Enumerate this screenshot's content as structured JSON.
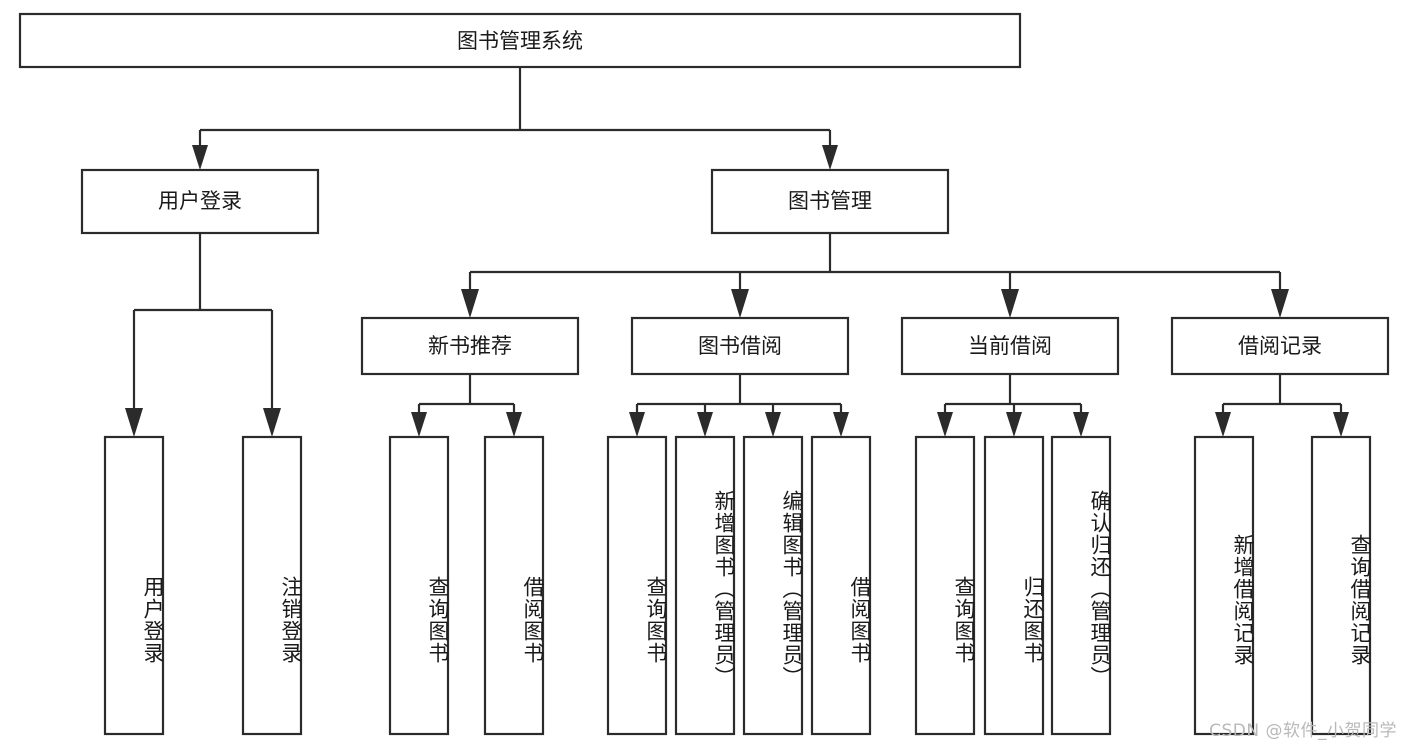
{
  "diagram": {
    "title": "图书管理系统",
    "type": "tree",
    "orientation": "top-down",
    "colors": {
      "box_stroke": "#2b2b2b",
      "box_fill": "#ffffff",
      "line": "#2b2b2b",
      "text": "#1a1a1a",
      "watermark": "#b9b9b9",
      "background": "#ffffff"
    },
    "root": {
      "id": "root",
      "label": "图书管理系统",
      "orientation": "horizontal"
    },
    "level1": [
      {
        "id": "user-login",
        "label": "用户登录",
        "orientation": "horizontal"
      },
      {
        "id": "book-manage",
        "label": "图书管理",
        "orientation": "horizontal"
      }
    ],
    "level2": [
      {
        "id": "new-book-recommend",
        "label": "新书推荐",
        "parent": "book-manage",
        "orientation": "horizontal"
      },
      {
        "id": "book-borrow",
        "label": "图书借阅",
        "parent": "book-manage",
        "orientation": "horizontal"
      },
      {
        "id": "current-borrow",
        "label": "当前借阅",
        "parent": "book-manage",
        "orientation": "horizontal"
      },
      {
        "id": "borrow-record",
        "label": "借阅记录",
        "parent": "book-manage",
        "orientation": "horizontal"
      }
    ],
    "leaves": [
      {
        "id": "leaf-user-login",
        "label": "用户登录",
        "parent": "user-login",
        "orientation": "vertical"
      },
      {
        "id": "leaf-logout-login",
        "label": "注销登录",
        "parent": "user-login",
        "orientation": "vertical"
      },
      {
        "id": "leaf-query-book-1",
        "label": "查询图书",
        "parent": "new-book-recommend",
        "orientation": "vertical"
      },
      {
        "id": "leaf-borrow-book-1",
        "label": "借阅图书",
        "parent": "new-book-recommend",
        "orientation": "vertical"
      },
      {
        "id": "leaf-query-book-2",
        "label": "查询图书",
        "parent": "book-borrow",
        "orientation": "vertical"
      },
      {
        "id": "leaf-add-book",
        "label": "新增图书（管理员）",
        "parent": "book-borrow",
        "orientation": "vertical"
      },
      {
        "id": "leaf-edit-book",
        "label": "编辑图书（管理员）",
        "parent": "book-borrow",
        "orientation": "vertical"
      },
      {
        "id": "leaf-borrow-book-2",
        "label": "借阅图书",
        "parent": "book-borrow",
        "orientation": "vertical"
      },
      {
        "id": "leaf-query-book-3",
        "label": "查询图书",
        "parent": "current-borrow",
        "orientation": "vertical"
      },
      {
        "id": "leaf-return-book",
        "label": "归还图书",
        "parent": "current-borrow",
        "orientation": "vertical"
      },
      {
        "id": "leaf-confirm-return",
        "label": "确认归还（管理员）",
        "parent": "current-borrow",
        "orientation": "vertical"
      },
      {
        "id": "leaf-add-record",
        "label": "新增借阅记录",
        "parent": "borrow-record",
        "orientation": "vertical"
      },
      {
        "id": "leaf-query-record",
        "label": "查询借阅记录",
        "parent": "borrow-record",
        "orientation": "vertical"
      }
    ],
    "watermark": "CSDN @软件_小贺同学"
  }
}
